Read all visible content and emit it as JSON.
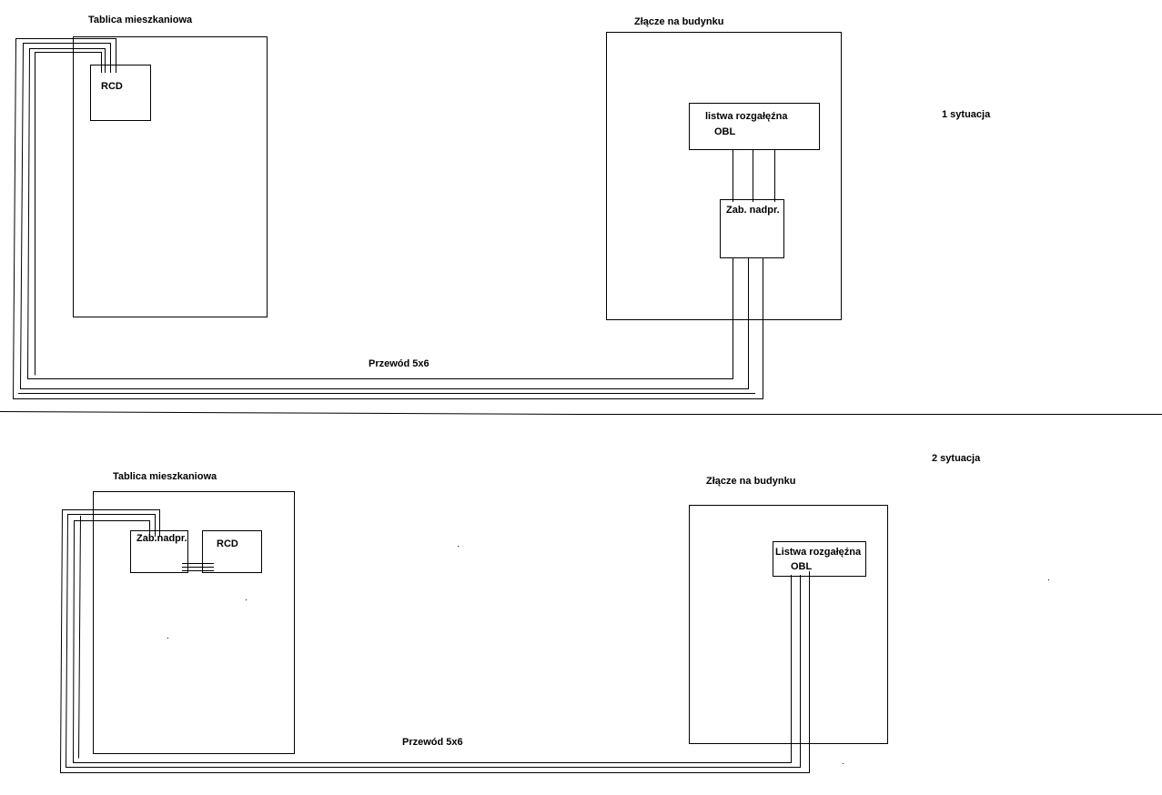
{
  "situation1": {
    "label": "1 sytuacja",
    "panel_title": "Tablica mieszkaniowa",
    "rcd_label": "RCD",
    "connection_title": "Złącze na budynku",
    "strip_label_line1": "listwa rozgałęźna",
    "strip_label_line2": "OBL",
    "breaker_label": "Zab. nadpr.",
    "cable_label": "Przewód 5x6"
  },
  "situation2": {
    "label": "2 sytuacja",
    "panel_title": "Tablica mieszkaniowa",
    "breaker_label": "Zab.nadpr.",
    "rcd_label": "RCD",
    "connection_title": "Złącze na budynku",
    "strip_label_line1": "Listwa rozgałęźna",
    "strip_label_line2": "OBL",
    "cable_label": "Przewód 5x6"
  }
}
